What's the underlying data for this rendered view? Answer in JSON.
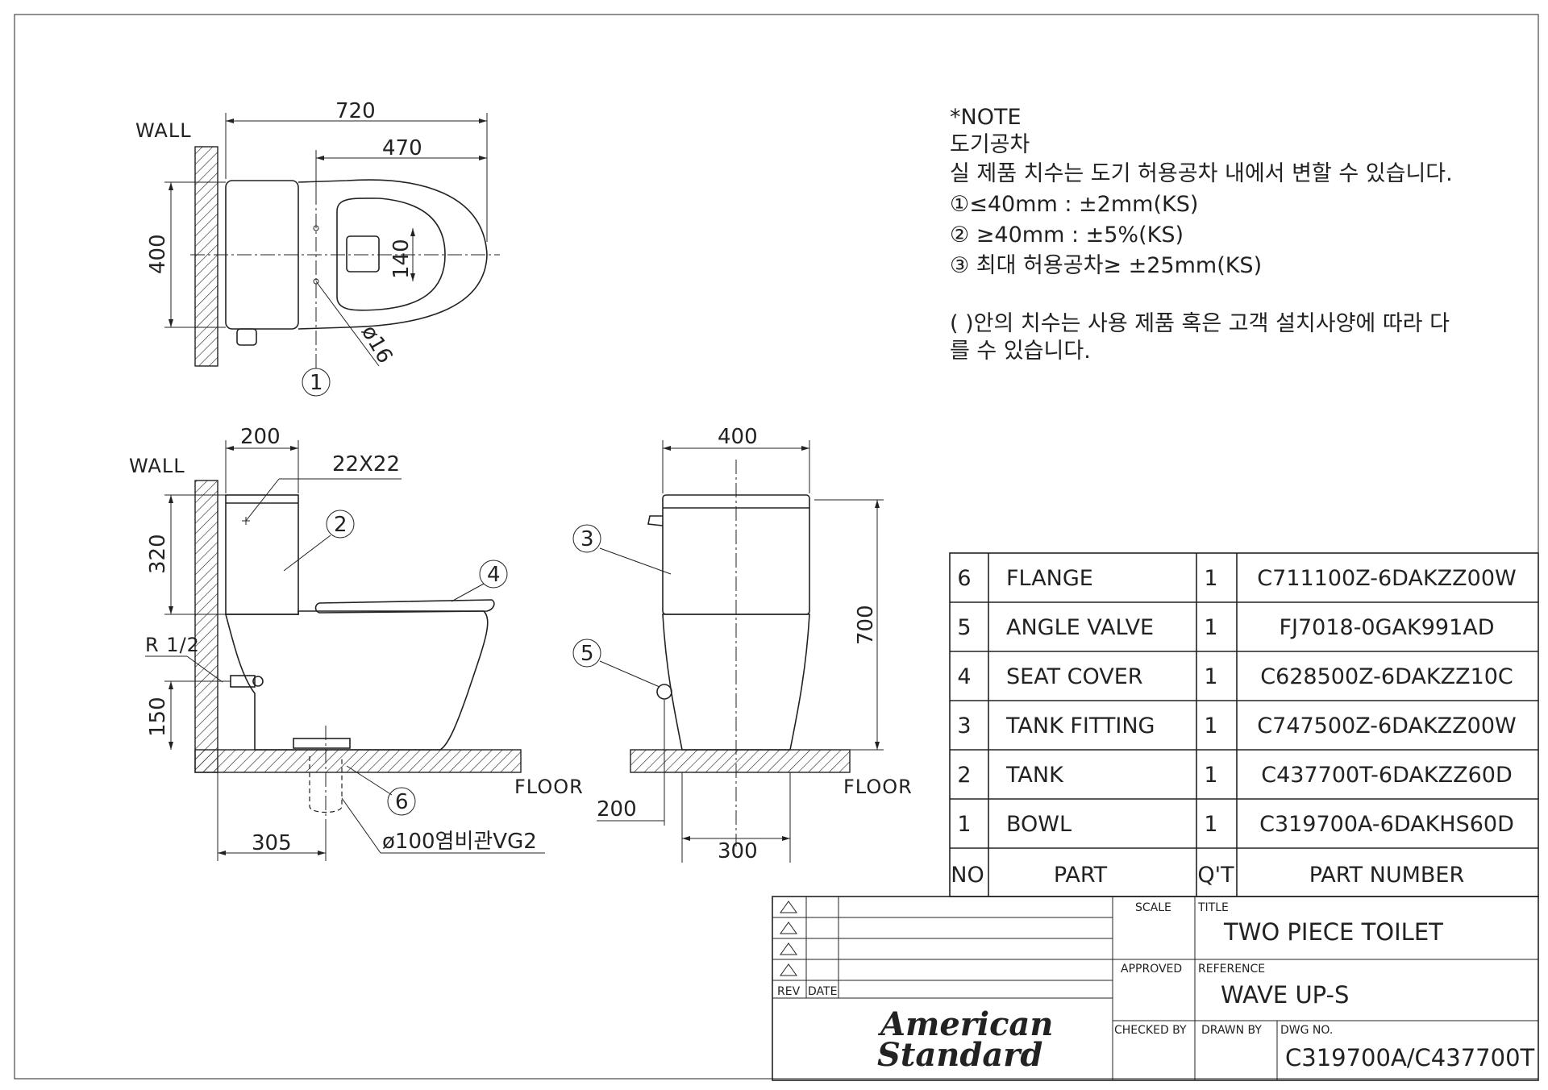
{
  "note": {
    "heading": "*NOTE",
    "line1": "도기공차",
    "line2": "실 제품 치수는 도기 허용공차 내에서 변할 수 있습니다.",
    "tol1": "①≤40mm  :  ±2mm(KS)",
    "tol2": "② ≥40mm  :  ±5%(KS)",
    "tol3": "③ 최대 허용공차≥ ±25mm(KS)",
    "paren1": "( )안의 치수는 사용 제품 혹은 고객 설치사양에 따라 다",
    "paren2": "를 수 있습니다."
  },
  "top_view": {
    "wall": "WALL",
    "dim_720": "720",
    "dim_470": "470",
    "dim_400": "400",
    "dim_140": "140",
    "dim_phi16": "ø16",
    "balloon_1": "1"
  },
  "side_view": {
    "wall": "WALL",
    "dim_200": "200",
    "dim_22x22": "22X22",
    "dim_320": "320",
    "r_half": "R 1/2",
    "dim_150": "150",
    "dim_305": "305",
    "pipe": "ø100염비관VG2",
    "floor": "FLOOR",
    "balloon_2": "2",
    "balloon_4": "4",
    "balloon_6": "6"
  },
  "front_view": {
    "dim_400": "400",
    "dim_700": "700",
    "dim_200": "200",
    "dim_300": "300",
    "floor": "FLOOR",
    "balloon_3": "3",
    "balloon_5": "5"
  },
  "parts_table": {
    "headers": {
      "no": "NO",
      "part": "PART",
      "qty": "Q'T",
      "part_number": "PART NUMBER"
    },
    "rows": [
      {
        "no": "6",
        "part": "FLANGE",
        "qty": "1",
        "part_number": "C711100Z-6DAKZZ00W"
      },
      {
        "no": "5",
        "part": "ANGLE VALVE",
        "qty": "1",
        "part_number": "FJ7018-0GAK991AD"
      },
      {
        "no": "4",
        "part": "SEAT COVER",
        "qty": "1",
        "part_number": "C628500Z-6DAKZZ10C"
      },
      {
        "no": "3",
        "part": "TANK FITTING",
        "qty": "1",
        "part_number": "C747500Z-6DAKZZ00W"
      },
      {
        "no": "2",
        "part": "TANK",
        "qty": "1",
        "part_number": "C437700T-6DAKZZ60D"
      },
      {
        "no": "1",
        "part": "BOWL",
        "qty": "1",
        "part_number": "C319700A-6DAKHS60D"
      }
    ]
  },
  "title_block": {
    "scale_label": "SCALE",
    "title_label": "TITLE",
    "title": "TWO PIECE TOILET",
    "approved_label": "APPROVED",
    "reference_label": "REFERENCE",
    "reference": "WAVE UP-S",
    "rev_label": "REV",
    "date_label": "DATE",
    "checked_label": "CHECKED BY",
    "drawn_label": "DRAWN BY",
    "dwg_label": "DWG NO.",
    "dwg_no": "C319700A/C437700T",
    "brand_line1": "American",
    "brand_line2": "Standard"
  }
}
